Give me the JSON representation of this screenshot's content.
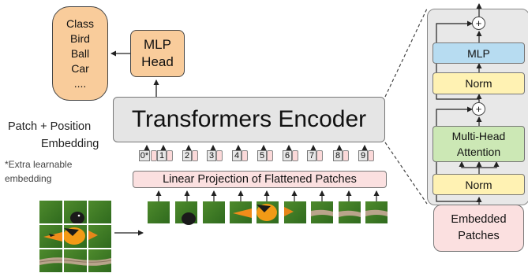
{
  "classes": [
    "Class",
    "Bird",
    "Ball",
    "Car",
    "...."
  ],
  "mlp_head": [
    "MLP",
    "Head"
  ],
  "encoder_title": "Transformers Encoder",
  "patch_position_label": [
    "Patch + Position",
    "Embedding"
  ],
  "extra_embedding_note": [
    "*Extra learnable",
    "embedding"
  ],
  "linear_projection": "Linear Projection of Flattened Patches",
  "tokens": [
    "0*",
    "1",
    "2",
    "3",
    "4",
    "5",
    "6",
    "7",
    "8",
    "9"
  ],
  "encoder_block": {
    "mlp": "MLP",
    "norm_top": "Norm",
    "attention": [
      "Multi-Head",
      "Attention"
    ],
    "norm_bottom": "Norm",
    "plus_symbol": "+"
  },
  "embedded_patches": [
    "Embedded",
    "Patches"
  ],
  "colors": {
    "orange": "#f9cc9b",
    "pink": "#fbe0e0",
    "gray": "#e5e5e5",
    "blue": "#b7dcf1",
    "yellow": "#fff2b3",
    "green": "#cce8b5"
  },
  "icons": [
    "bird-photo-patches",
    "arrow-icons",
    "plus-icon"
  ]
}
